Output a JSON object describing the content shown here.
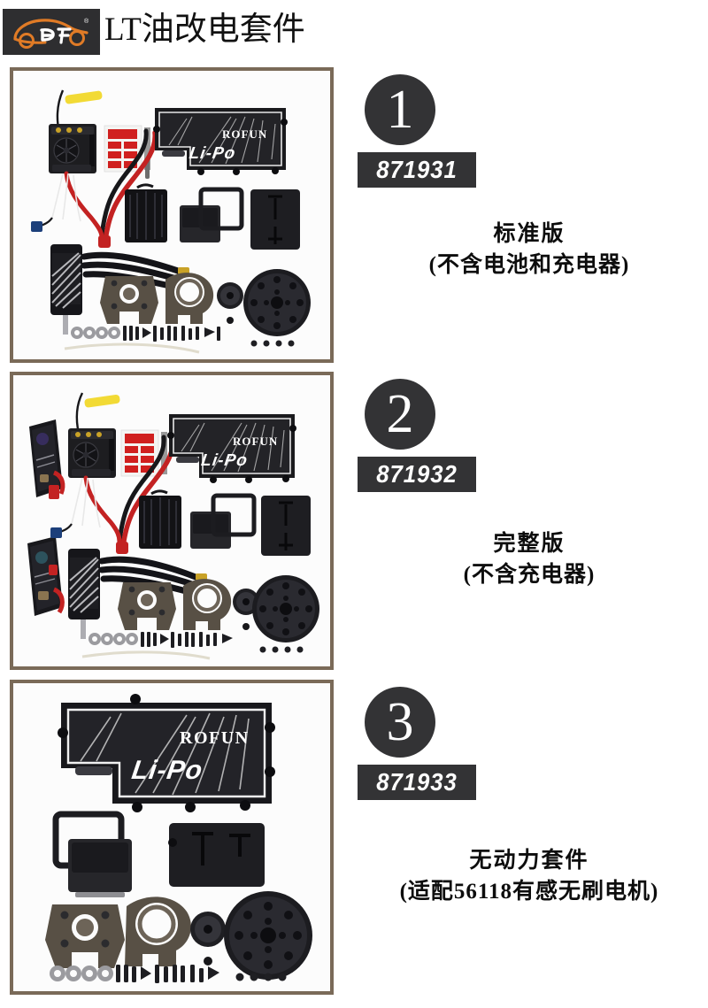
{
  "header": {
    "logo": {
      "name": "bf-car-logo",
      "bg_color": "#2e2e30",
      "car_color": "#e07b26",
      "text_color": "#ffffff",
      "lettering": "BF",
      "trademark": "®"
    },
    "title": "LT油改电套件"
  },
  "products": [
    {
      "badge_number": "1",
      "sku": "871931",
      "caption_line1": "标准版",
      "caption_line2": "(不含电池和充电器)",
      "photo_alt": "RC conversion kit standard version parts layout",
      "parts": [
        "esc-with-fan",
        "antenna-wire",
        "yellow-warning-tag",
        "red-tape-card",
        "heatsink-strip",
        "battery-box-rofun-lipo",
        "receiver-box",
        "battery-tray",
        "flat-cover-plate",
        "brushless-motor",
        "motor-wires",
        "motor-mount",
        "motor-clamp",
        "pinion-gear",
        "spur-gear",
        "screws-and-washers",
        "zip-tie"
      ]
    },
    {
      "badge_number": "2",
      "sku": "871932",
      "caption_line1": "完整版",
      "caption_line2": "(不含充电器)",
      "photo_alt": "RC conversion kit complete version with two lipo battery packs",
      "parts": [
        "lipo-battery-pack-top",
        "lipo-battery-pack-bottom",
        "esc-with-fan",
        "antenna-wire",
        "yellow-warning-tag",
        "red-tape-card",
        "heatsink-strip",
        "battery-box-rofun-lipo",
        "receiver-box",
        "battery-tray",
        "flat-cover-plate",
        "brushless-motor",
        "motor-wires",
        "motor-mount",
        "motor-clamp",
        "pinion-gear",
        "spur-gear",
        "screws-and-washers",
        "zip-tie"
      ]
    },
    {
      "badge_number": "3",
      "sku": "871933",
      "caption_line1": "无动力套件",
      "caption_line2": "(适配56118有感无刷电机)",
      "photo_alt": "RC conversion kit without power system, mechanical parts only",
      "parts": [
        "battery-box-rofun-lipo",
        "receiver-box",
        "battery-tray",
        "flat-cover-plate",
        "motor-mount",
        "motor-clamp",
        "pinion-gear",
        "spur-gear",
        "screws-and-washers"
      ]
    }
  ],
  "branding": {
    "box_brand": "ROFUN",
    "box_label": "Li-Po"
  },
  "colors": {
    "frame_border": "#7a6a58",
    "badge_dark": "#333335",
    "page_bg": "#ffffff",
    "text": "#0d0d0d",
    "accent_orange": "#e07b26",
    "wire_red": "#c32222"
  }
}
